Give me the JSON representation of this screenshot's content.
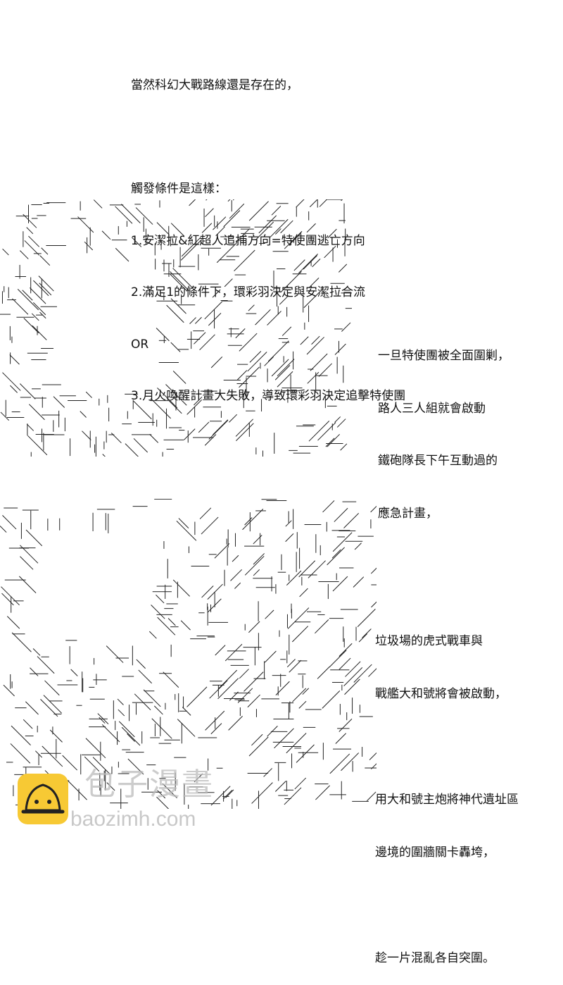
{
  "intro": {
    "lines": [
      "當然科幻大戰路線還是存在的，",
      "",
      "觸發條件是這樣：",
      "1.安潔拉&紅超人追捕方向=特使團逃亡方向",
      "2.滿足1的條件下，環彩羽決定與安潔拉合流",
      "OR",
      "3.月火喚醒計畫大失敗，導致環彩羽決定追擊特使團"
    ]
  },
  "panel1_caption": {
    "lines": [
      "一旦特使團被全面圍剿，",
      "路人三人組就會啟動",
      "鐵砲隊長下午互動過的",
      "應急計畫，"
    ]
  },
  "panel2_caption": {
    "lines": [
      "垃圾場的虎式戰車與",
      "戰艦大和號將會被啟動，",
      "",
      "用大和號主炮將神代遺址區",
      "邊境的圍牆關卡轟垮，",
      "",
      "趁一片混亂各自突圍。"
    ]
  },
  "watermark": {
    "title": "包子漫畫",
    "url": "baozimh.com",
    "logo_color": "#f7c934"
  }
}
